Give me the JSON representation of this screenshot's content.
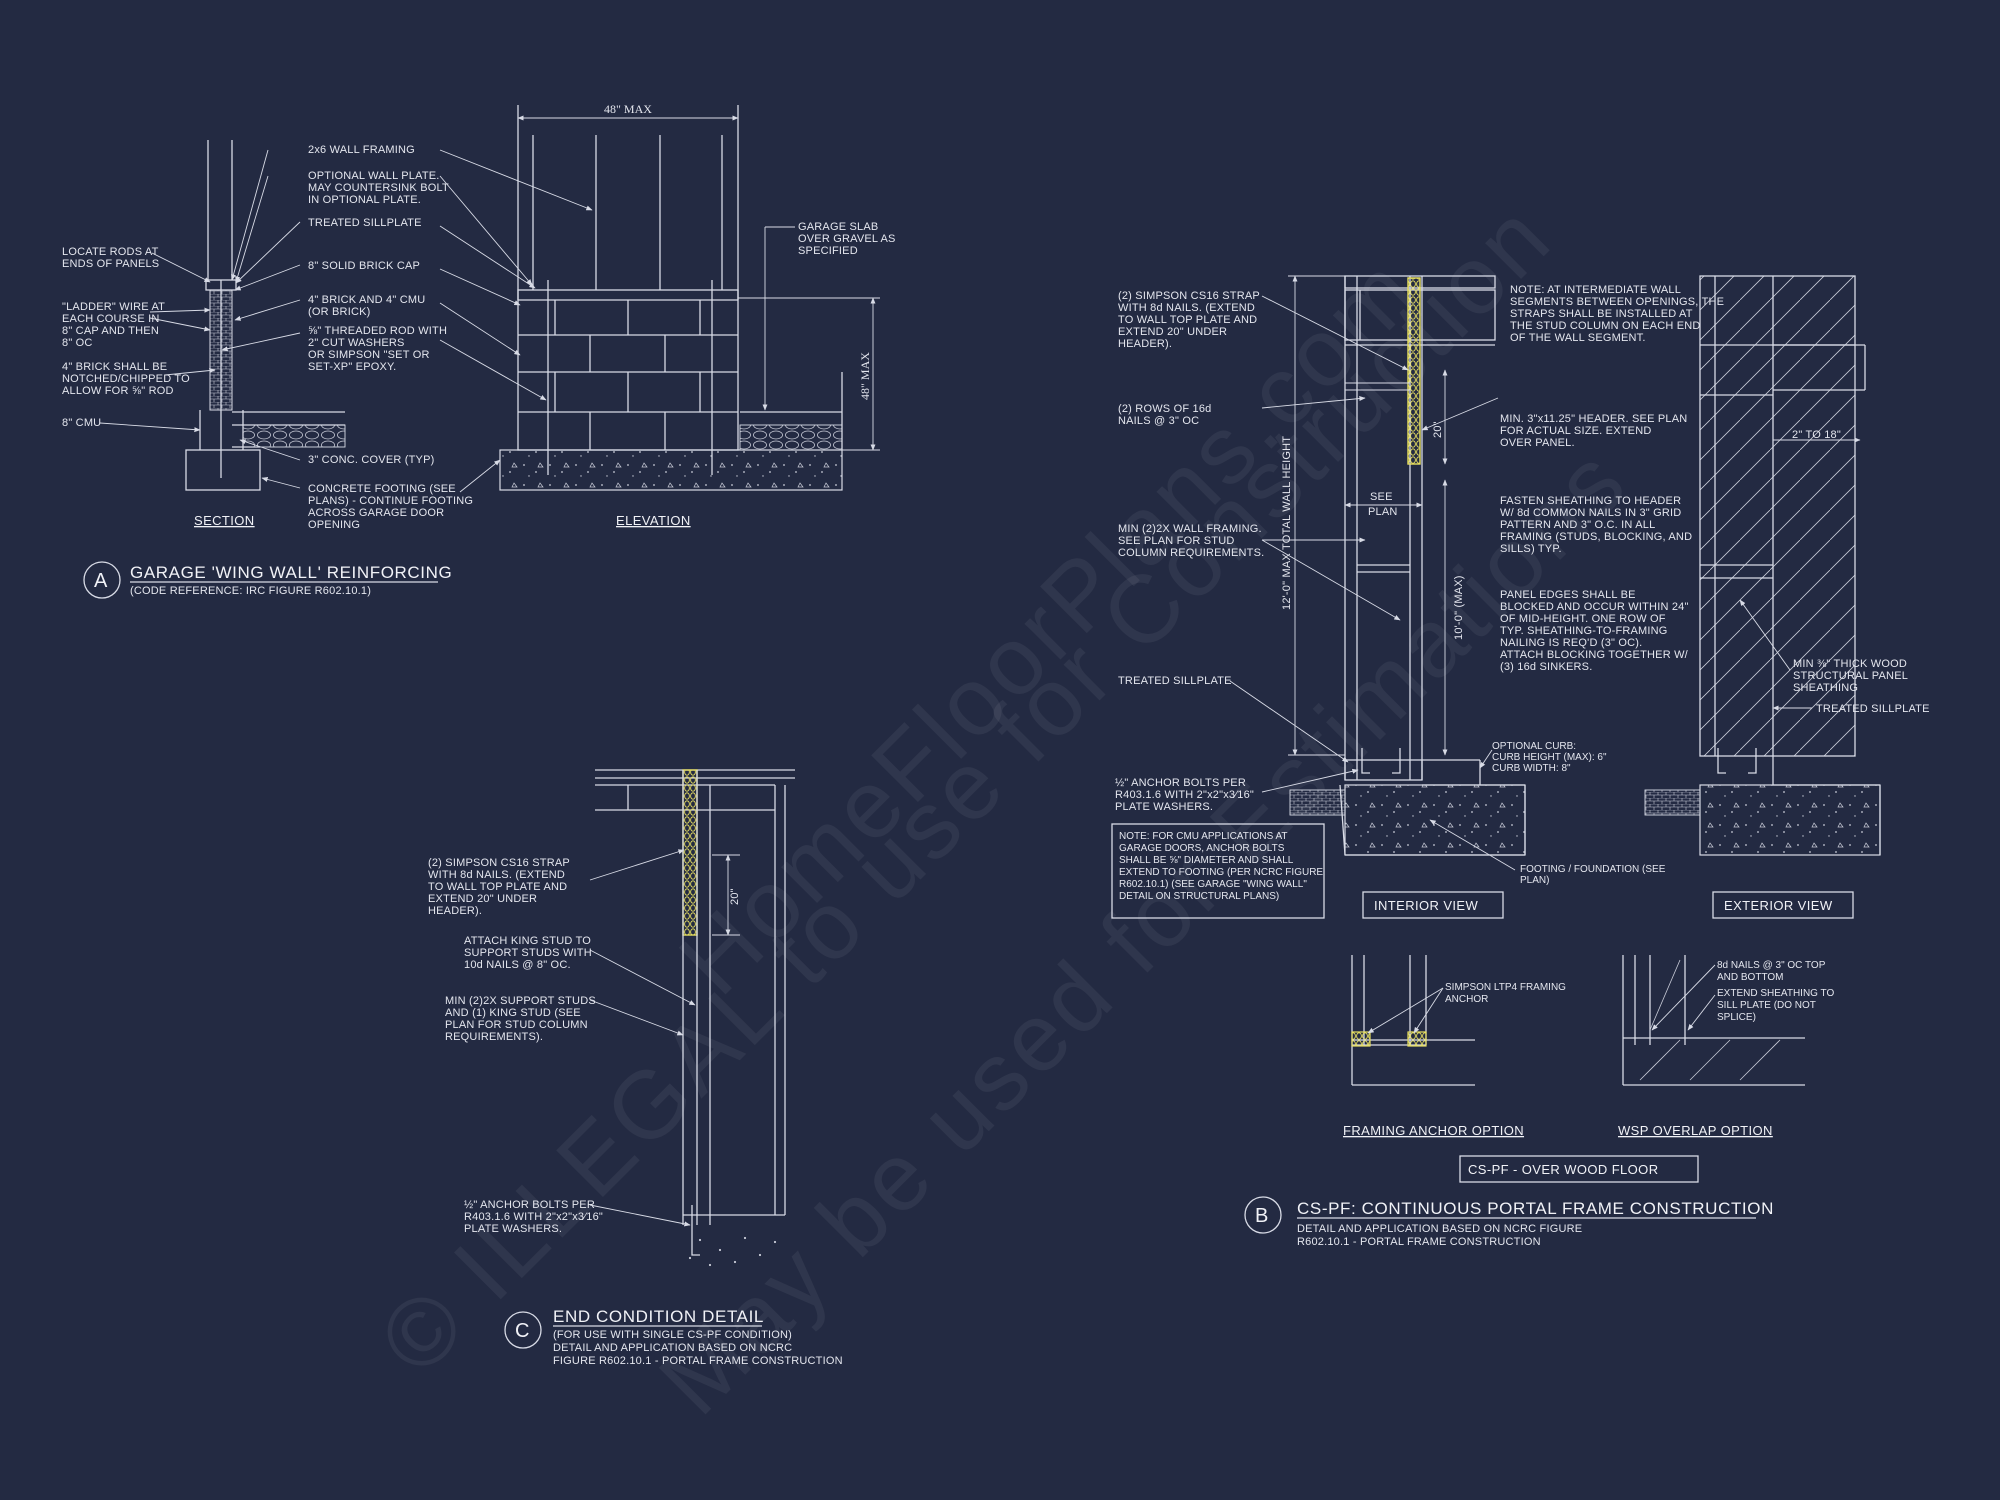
{
  "colors": {
    "background": "#232a42",
    "linework": "#d8dbe6",
    "strap": "#e8e060"
  },
  "watermark": {
    "line1": "© ILLEGAL to use for Construction",
    "line2": "HomeFloorPlans.com",
    "line3": "May be used for Estimations"
  },
  "detail_a": {
    "marker": "A",
    "title": "GARAGE 'WING WALL' REINFORCING",
    "code_ref": "(CODE REFERENCE: IRC FIGURE R602.10.1)",
    "section_label": "SECTION",
    "elevation_label": "ELEVATION",
    "dim_width": "48\" MAX",
    "dim_height": "48\" MAX",
    "notes": {
      "wall_framing": "2x6 WALL FRAMING",
      "optional_plate": [
        "OPTIONAL WALL PLATE.",
        "MAY COUNTERSINK BOLT",
        "IN OPTIONAL PLATE."
      ],
      "treated_sillplate": "TREATED SILLPLATE",
      "brick_cap": "8\" SOLID BRICK CAP",
      "brick_cmu": [
        "4\" BRICK AND 4\" CMU",
        "(OR BRICK)"
      ],
      "threaded_rod": [
        "⅝\" THREADED ROD WITH",
        "2\" CUT WASHERS",
        "OR SIMPSON \"SET OR",
        "SET-XP\" EPOXY."
      ],
      "conc_cover": "3\" CONC. COVER (TYP)",
      "footing": [
        "CONCRETE FOOTING (SEE",
        "PLANS) - CONTINUE FOOTING",
        "ACROSS GARAGE DOOR",
        "OPENING"
      ],
      "locate_rods": [
        "LOCATE RODS AT",
        "ENDS OF PANELS"
      ],
      "ladder_wire": [
        "\"LADDER\" WIRE AT",
        "EACH COURSE IN",
        "8\" CAP AND THEN",
        "8\" OC"
      ],
      "brick_notched": [
        "4\" BRICK SHALL BE",
        "NOTCHED/CHIPPED TO",
        "ALLOW FOR ⅝\" ROD"
      ],
      "cmu8": "8\" CMU",
      "garage_slab": [
        "GARAGE SLAB",
        "OVER GRAVEL AS",
        "SPECIFIED"
      ]
    }
  },
  "detail_b": {
    "marker": "B",
    "title": "CS-PF: CONTINUOUS PORTAL FRAME CONSTRUCTION",
    "subtitle": [
      "DETAIL AND APPLICATION BASED ON NCRC FIGURE",
      "R602.10.1 - PORTAL FRAME CONSTRUCTION"
    ],
    "interior_view": "INTERIOR VIEW",
    "exterior_view": "EXTERIOR VIEW",
    "framing_anchor_option": "FRAMING ANCHOR OPTION",
    "wsp_overlap_option": "WSP OVERLAP OPTION",
    "over_wood_floor": "CS-PF - OVER WOOD FLOOR",
    "dim_20": "20\"",
    "dim_10": "10'-0\" (MAX)",
    "dim_total": "12'-0\" MAX TOTAL WALL HEIGHT",
    "see_plan": [
      "SEE",
      "PLAN"
    ],
    "dim_2to18": "2\" TO 18\"",
    "notes": {
      "strap": [
        "(2) SIMPSON CS16 STRAP",
        "WITH 8d NAILS. (EXTEND",
        "TO WALL TOP PLATE AND",
        "EXTEND 20\" UNDER",
        "HEADER)."
      ],
      "rows16d": [
        "(2) ROWS OF 16d",
        "NAILS @ 3\" OC"
      ],
      "min_framing": [
        "MIN (2)2X WALL FRAMING.",
        "SEE PLAN FOR STUD",
        "COLUMN REQUIREMENTS."
      ],
      "treated_sillplate": "TREATED SILLPLATE",
      "anchor_bolts": [
        "½\" ANCHOR BOLTS PER",
        "R403.1.6 WITH 2\"x2\"x3⁄16\"",
        "PLATE WASHERS."
      ],
      "cmu_note": [
        "NOTE: FOR CMU APPLICATIONS AT",
        "GARAGE DOORS, ANCHOR BOLTS",
        "SHALL BE ⅝\" DIAMETER AND SHALL",
        "EXTEND TO FOOTING (PER NCRC FIGURE",
        "R602.10.1) (SEE GARAGE \"WING WALL\"",
        "DETAIL ON STRUCTURAL PLANS)"
      ],
      "intermediate": [
        "NOTE: AT INTERMEDIATE WALL",
        "SEGMENTS BETWEEN OPENINGS, THE",
        "STRAPS SHALL BE INSTALLED AT",
        "THE STUD COLUMN ON EACH END",
        "OF THE WALL SEGMENT."
      ],
      "header": [
        "MIN. 3\"x11.25\" HEADER. SEE PLAN",
        "FOR ACTUAL SIZE. EXTEND",
        "OVER PANEL."
      ],
      "fasten": [
        "FASTEN SHEATHING TO HEADER",
        "W/ 8d COMMON NAILS IN 3\" GRID",
        "PATTERN AND 3\" O.C. IN ALL",
        "FRAMING (STUDS, BLOCKING, AND",
        "SILLS) TYP."
      ],
      "panel_edges": [
        "PANEL EDGES SHALL BE",
        "BLOCKED AND OCCUR WITHIN 24\"",
        "OF MID-HEIGHT. ONE ROW OF",
        "TYP. SHEATHING-TO-FRAMING",
        "NAILING IS REQ'D (3\" OC).",
        "ATTACH BLOCKING TOGETHER W/",
        "(3) 16d SINKERS."
      ],
      "optional_curb": [
        "OPTIONAL CURB:",
        "CURB HEIGHT (MAX): 6\"",
        "CURB WIDTH: 8\""
      ],
      "footing": [
        "FOOTING / FOUNDATION (SEE",
        "PLAN)"
      ],
      "wsp": [
        "MIN ⅜\" THICK WOOD",
        "STRUCTURAL PANEL",
        "SHEATHING"
      ],
      "ext_sillplate": "TREATED SILLPLATE",
      "ltp4": [
        "SIMPSON LTP4 FRAMING",
        "ANCHOR"
      ],
      "nails8d": [
        "8d NAILS @ 3\" OC TOP",
        "AND BOTTOM"
      ],
      "extend_sheathing": [
        "EXTEND SHEATHING TO",
        "SILL PLATE (DO NOT",
        "SPLICE)"
      ]
    }
  },
  "detail_c": {
    "marker": "C",
    "title": "END CONDITION DETAIL",
    "subtitle": [
      "(FOR USE WITH SINGLE CS-PF CONDITION)",
      "DETAIL AND APPLICATION BASED ON NCRC",
      "FIGURE R602.10.1 - PORTAL FRAME CONSTRUCTION"
    ],
    "dim_20": "20\"",
    "notes": {
      "strap": [
        "(2) SIMPSON CS16 STRAP",
        "WITH 8d NAILS. (EXTEND",
        "TO WALL TOP PLATE AND",
        "EXTEND 20\" UNDER",
        "HEADER)."
      ],
      "king_stud": [
        "ATTACH KING STUD TO",
        "SUPPORT STUDS WITH",
        "10d NAILS @ 8\" OC."
      ],
      "support_studs": [
        "MIN (2)2X SUPPORT STUDS",
        "AND (1) KING STUD (SEE",
        "PLAN FOR STUD COLUMN",
        "REQUIREMENTS)."
      ],
      "anchor_bolts": [
        "½\" ANCHOR BOLTS PER",
        "R403.1.6 WITH 2\"x2\"x3⁄16\"",
        "PLATE WASHERS."
      ]
    }
  }
}
